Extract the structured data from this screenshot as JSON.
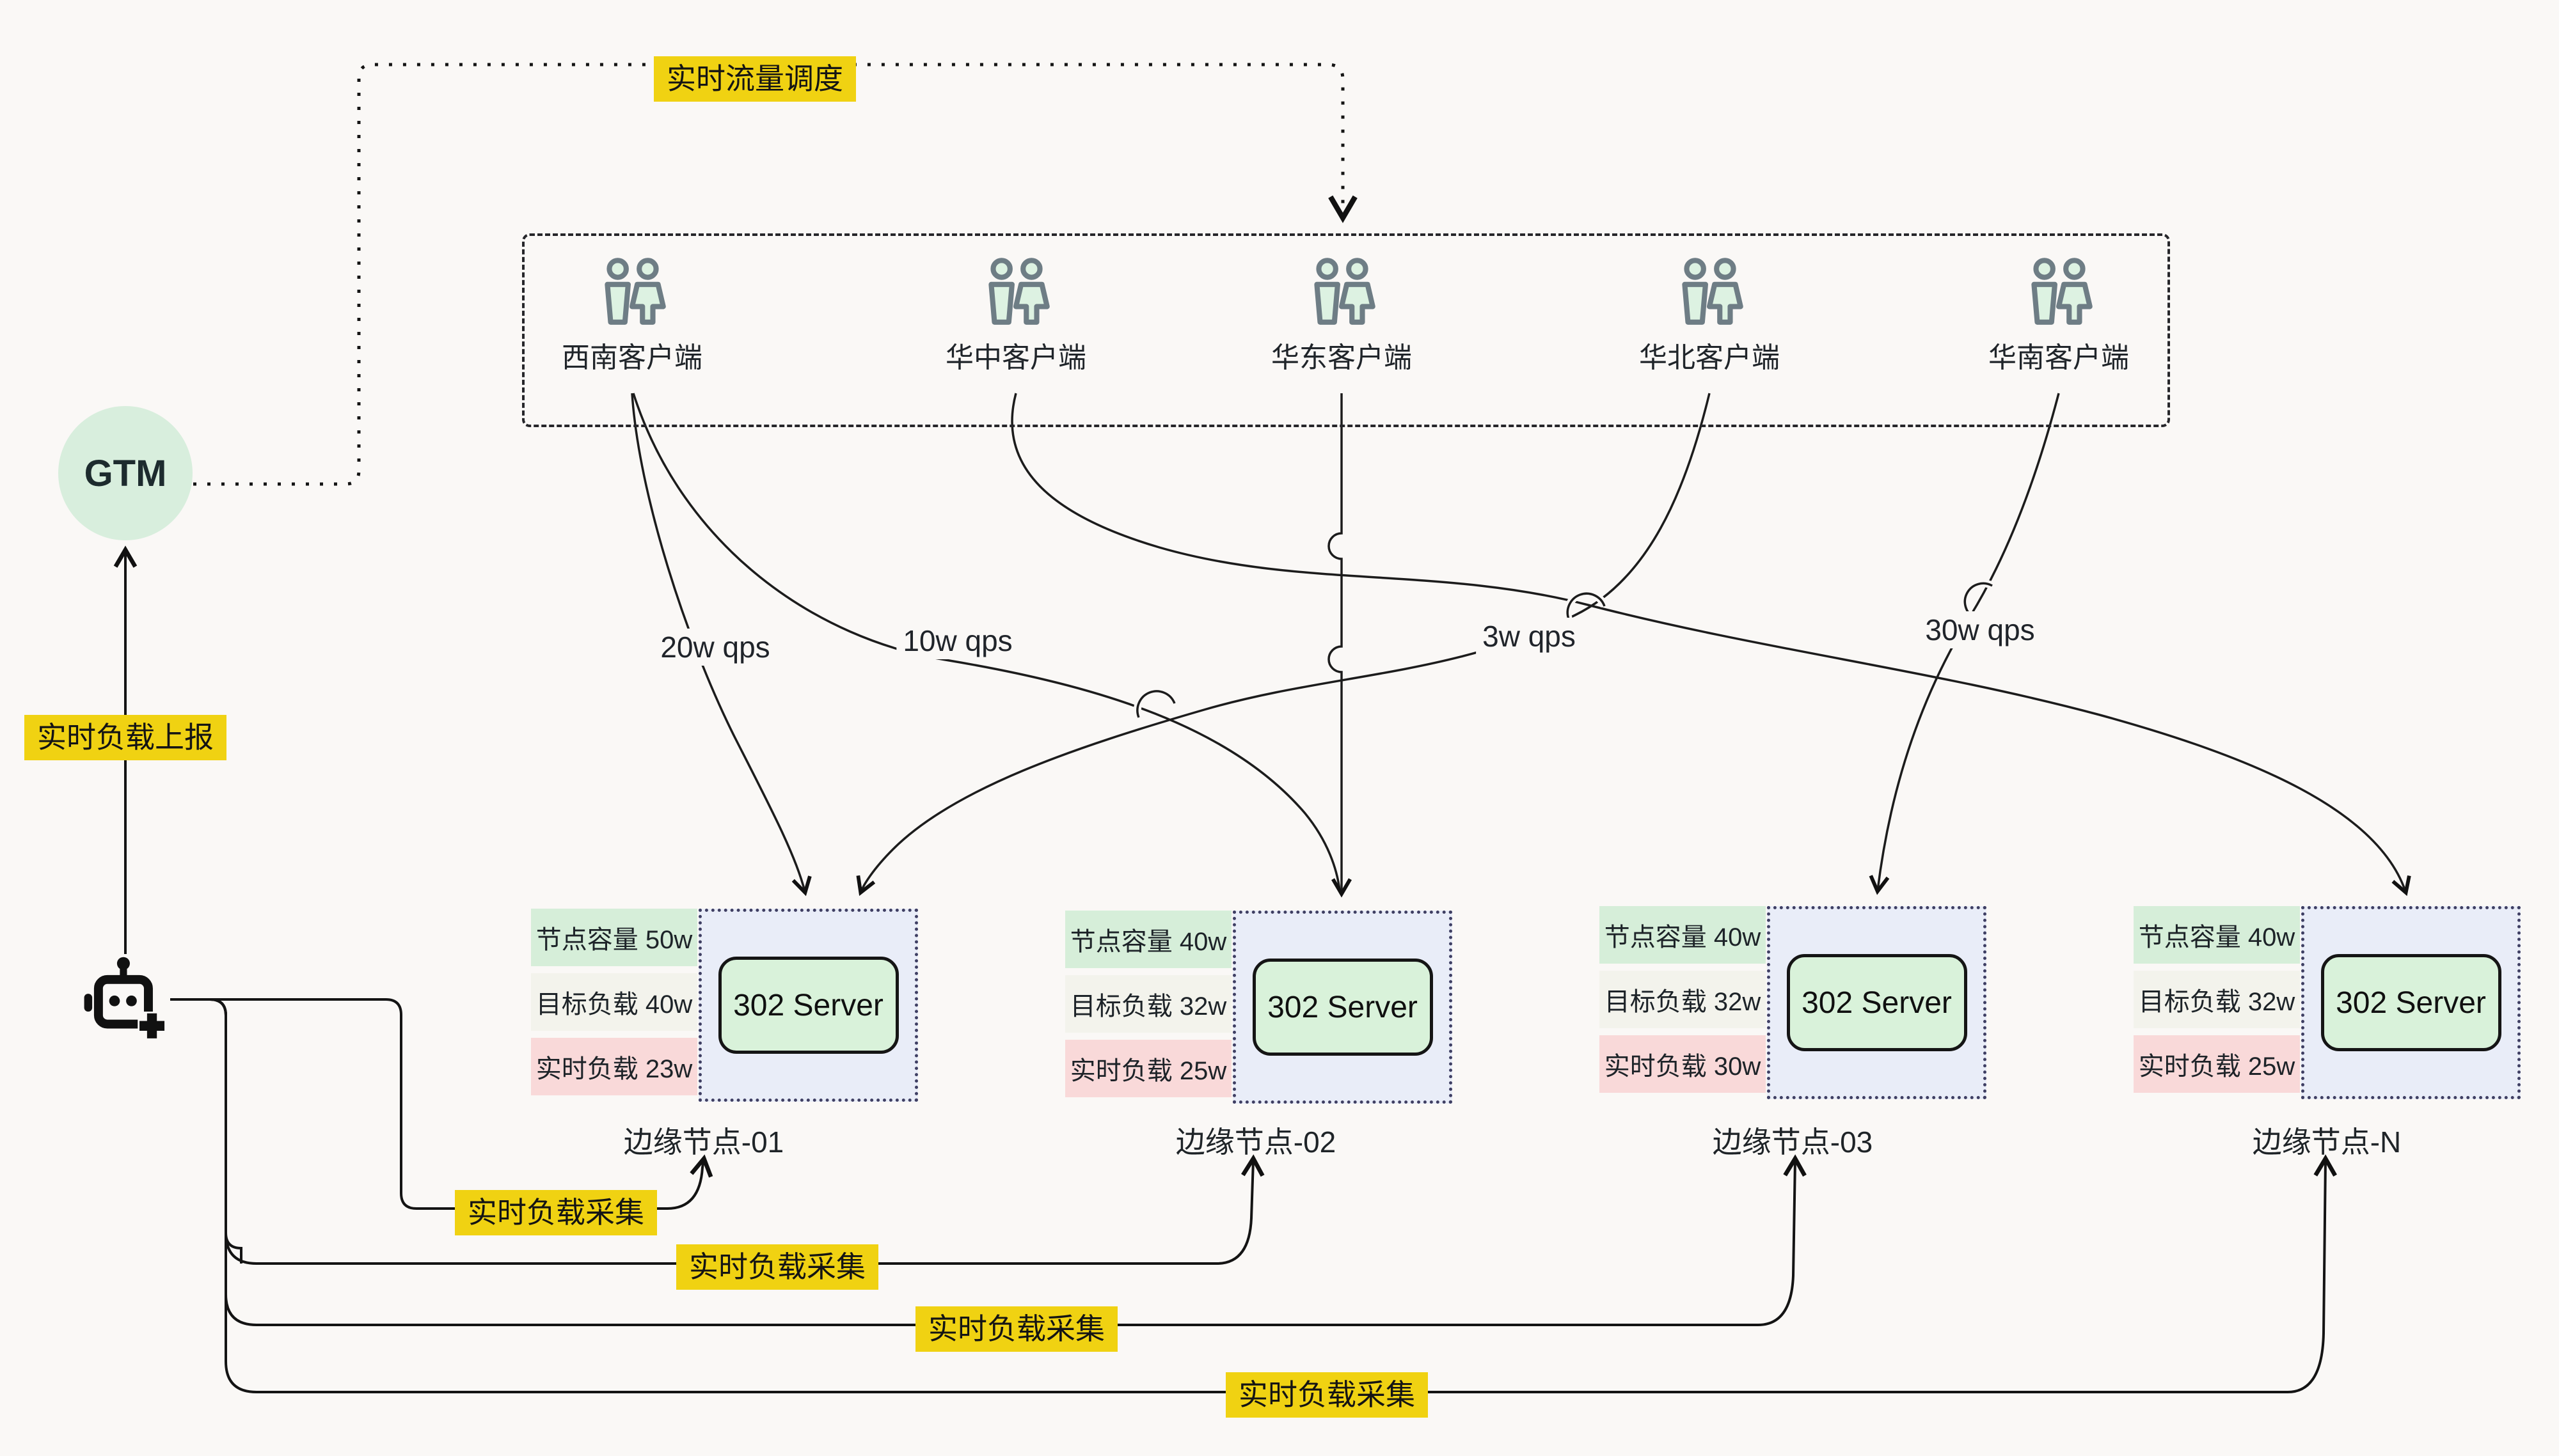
{
  "labels": {
    "traffic_dispatch": "实时流量调度",
    "load_report": "实时负载上报",
    "load_collect": "实时负载采集"
  },
  "gtm": {
    "label": "GTM"
  },
  "clients": [
    {
      "name": "西南客户端"
    },
    {
      "name": "华中客户端"
    },
    {
      "name": "华东客户端"
    },
    {
      "name": "华北客户端"
    },
    {
      "name": "华南客户端"
    }
  ],
  "flows": [
    {
      "label": "20w qps"
    },
    {
      "label": "10w qps"
    },
    {
      "label": "3w qps"
    },
    {
      "label": "30w qps"
    }
  ],
  "nodes": [
    {
      "name": "边缘节点-01",
      "capacity": "节点容量 50w",
      "target": "目标负载 40w",
      "realtime": "实时负载 23w",
      "server": "302 Server"
    },
    {
      "name": "边缘节点-02",
      "capacity": "节点容量 40w",
      "target": "目标负载 32w",
      "realtime": "实时负载 25w",
      "server": "302 Server"
    },
    {
      "name": "边缘节点-03",
      "capacity": "节点容量 40w",
      "target": "目标负载 32w",
      "realtime": "实时负载 30w",
      "server": "302 Server"
    },
    {
      "name": "边缘节点-N",
      "capacity": "节点容量 40w",
      "target": "目标负载 32w",
      "realtime": "实时负载 25w",
      "server": "302 Server"
    }
  ],
  "colors": {
    "accent_yellow": "#f0d212",
    "capacity_green": "#d6eed9",
    "realtime_pink": "#f9d9d9",
    "server_green": "#d9f2da",
    "gtm_green": "#d8eedd",
    "edge_box_blue": "#e9edf8"
  }
}
